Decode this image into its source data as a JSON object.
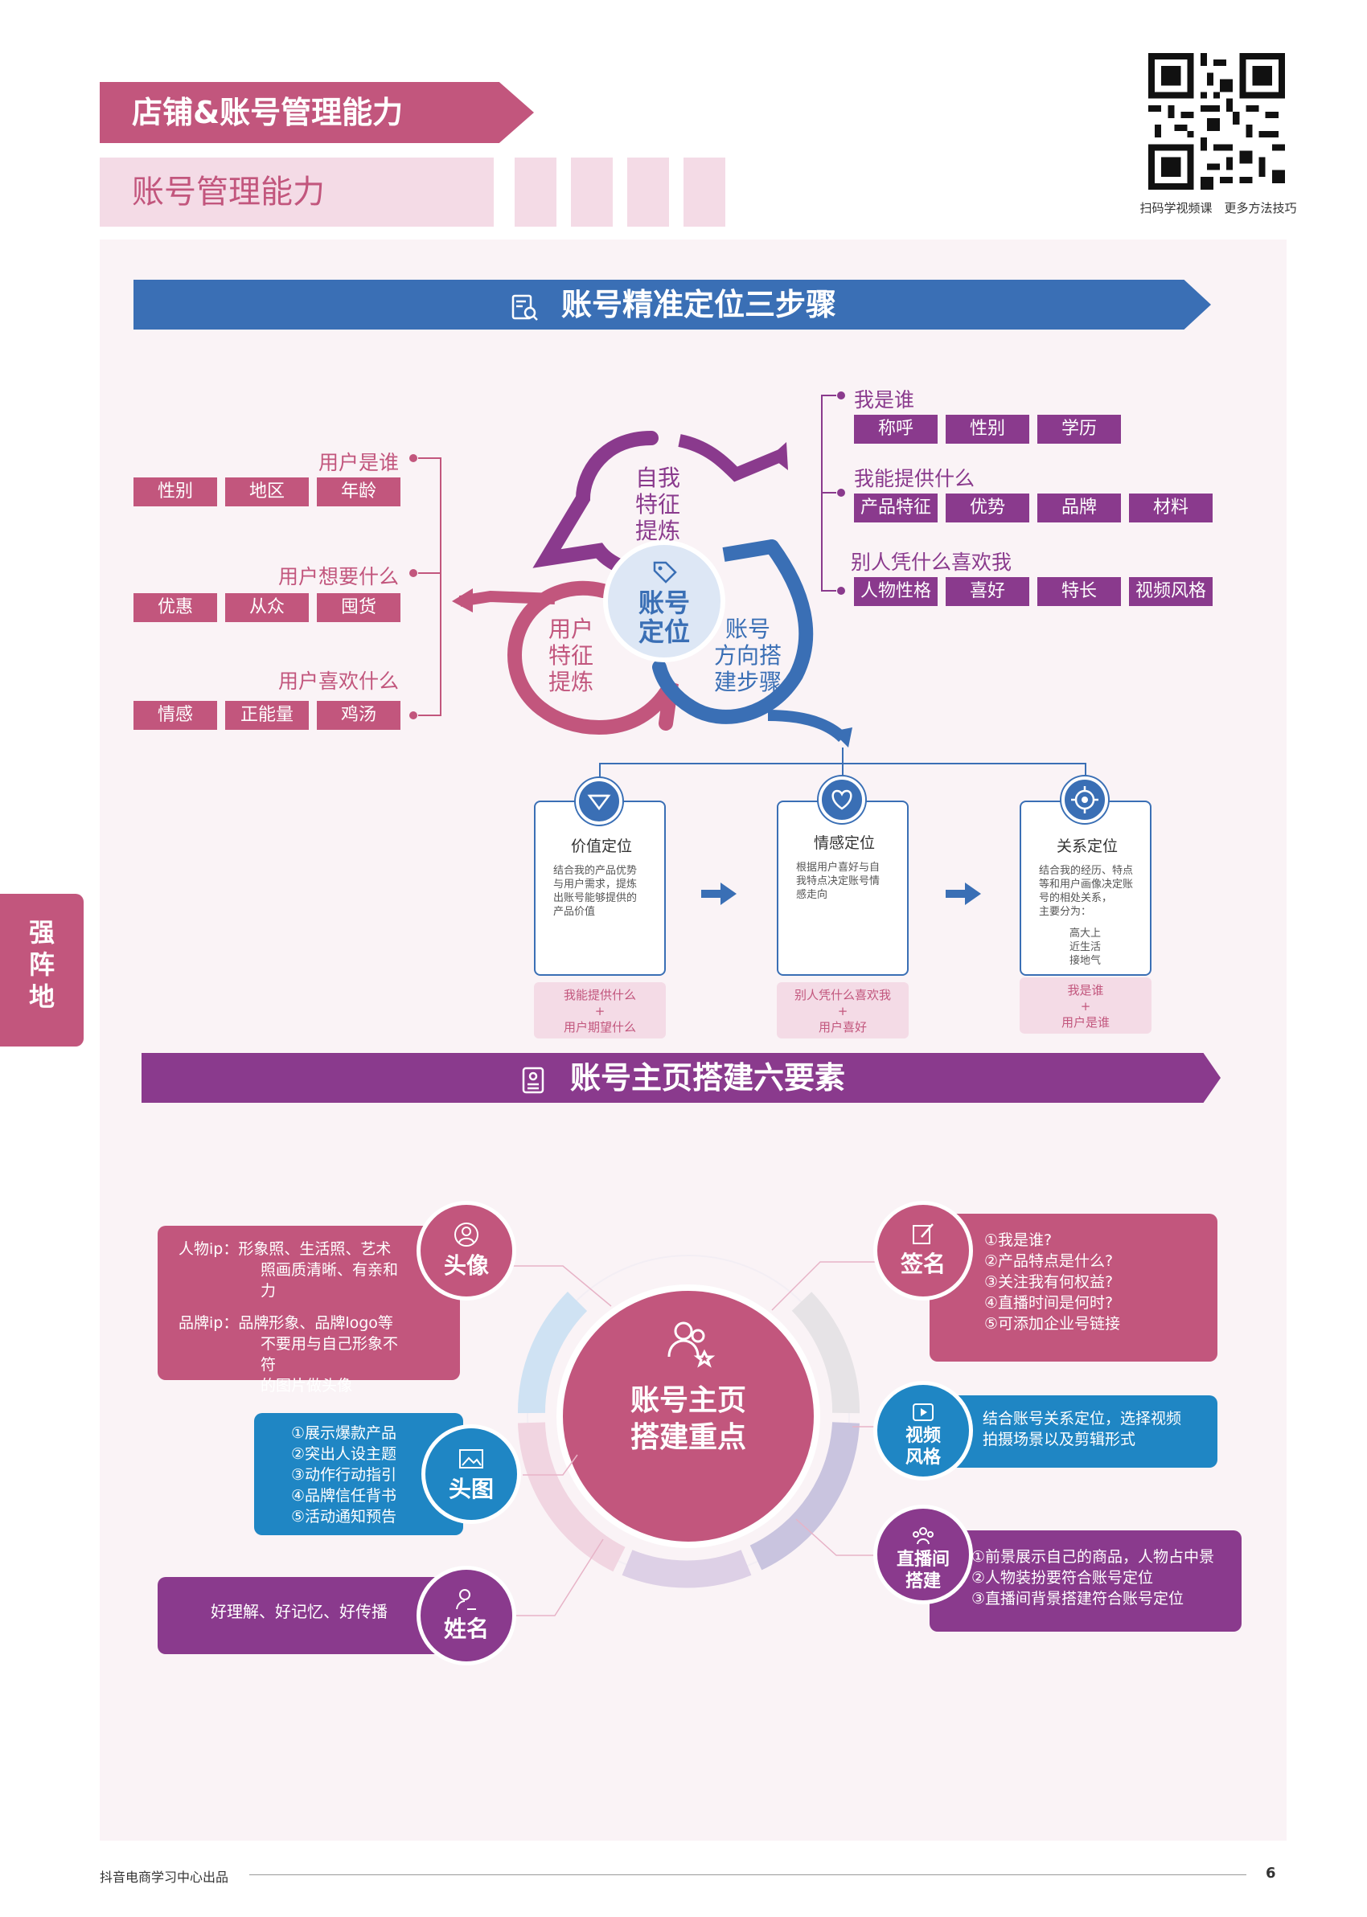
{
  "header": {
    "title": "店铺&账号管理能力",
    "subtitle": "账号管理能力",
    "qr_caption": "扫码学视频课　更多方法技巧"
  },
  "side_tab": [
    "强",
    "阵",
    "地"
  ],
  "section1": {
    "title": "账号精准定位三步骤",
    "center": [
      "账号",
      "定位"
    ],
    "petals": {
      "top": [
        "自我",
        "特征",
        "提炼"
      ],
      "left": [
        "用户",
        "特征",
        "提炼"
      ],
      "right": [
        "账号",
        "方向搭",
        "建步骤"
      ]
    },
    "left_groups": [
      {
        "label": "用户是谁",
        "tags": [
          "性别",
          "地区",
          "年龄"
        ]
      },
      {
        "label": "用户想要什么",
        "tags": [
          "优惠",
          "从众",
          "囤货"
        ]
      },
      {
        "label": "用户喜欢什么",
        "tags": [
          "情感",
          "正能量",
          "鸡汤"
        ]
      }
    ],
    "right_groups": [
      {
        "label": "我是谁",
        "tags": [
          "称呼",
          "性别",
          "学历"
        ]
      },
      {
        "label": "我能提供什么",
        "tags": [
          "产品特征",
          "优势",
          "品牌",
          "材料"
        ]
      },
      {
        "label": "别人凭什么喜欢我",
        "tags": [
          "人物性格",
          "喜好",
          "特长",
          "视频风格"
        ]
      }
    ],
    "steps": [
      {
        "title": "价值定位",
        "desc": [
          "结合我的产品优势",
          "与用户需求，提炼",
          "出账号能够提供的",
          "产品价值"
        ],
        "extra": [],
        "foot": [
          "我能提供什么",
          "+",
          "用户期望什么"
        ]
      },
      {
        "title": "情感定位",
        "desc": [
          "根据用户喜好与自",
          "我特点决定账号情",
          "感走向"
        ],
        "extra": [],
        "foot": [
          "别人凭什么喜欢我",
          "+",
          "用户喜好"
        ]
      },
      {
        "title": "关系定位",
        "desc": [
          "结合我的经历、特点",
          "等和用户画像决定账",
          "号的相处关系，",
          "主要分为："
        ],
        "extra": [
          "高大上",
          "近生活",
          "接地气"
        ],
        "foot": [
          "我是谁",
          "+",
          "用户是谁"
        ]
      }
    ]
  },
  "section2": {
    "title": "账号主页搭建六要素",
    "center": [
      "账号主页",
      "搭建重点"
    ],
    "elements": {
      "avatar": {
        "label": "头像",
        "lines": [
          "人物ip：形象照、生活照、艺术",
          "照画质清晰、有亲和力",
          "",
          "品牌ip：品牌形象、品牌logo等",
          "不要用与自己形象不符",
          "的图片做头像"
        ]
      },
      "header_img": {
        "label": "头图",
        "lines": [
          "①展示爆款产品",
          "②突出人设主题",
          "③动作行动指引",
          "④品牌信任背书",
          "⑤活动通知预告"
        ]
      },
      "name": {
        "label": "姓名",
        "lines": [
          "好理解、好记忆、好传播"
        ]
      },
      "signature": {
        "label": "签名",
        "lines": [
          "①我是谁?",
          "②产品特点是什么?",
          "③关注我有何权益?",
          "④直播时间是何时?",
          "⑤可添加企业号链接"
        ]
      },
      "video": {
        "label": [
          "视频",
          "风格"
        ],
        "lines": [
          "结合账号关系定位，选择视频",
          "拍摄场景以及剪辑形式"
        ]
      },
      "live": {
        "label": [
          "直播间",
          "搭建"
        ],
        "lines": [
          "①前景展示自己的商品，人物占中景",
          "②人物装扮要符合账号定位",
          "③直播间背景搭建符合账号定位"
        ]
      }
    }
  },
  "footer": {
    "source": "抖音电商学习中心出品",
    "page": "6"
  },
  "colors": {
    "pink": "#c2567d",
    "light_pink": "#f4dbe6",
    "blue": "#3a6fb5",
    "purple": "#8a3a8d",
    "teal_blue": "#1f86c4"
  }
}
